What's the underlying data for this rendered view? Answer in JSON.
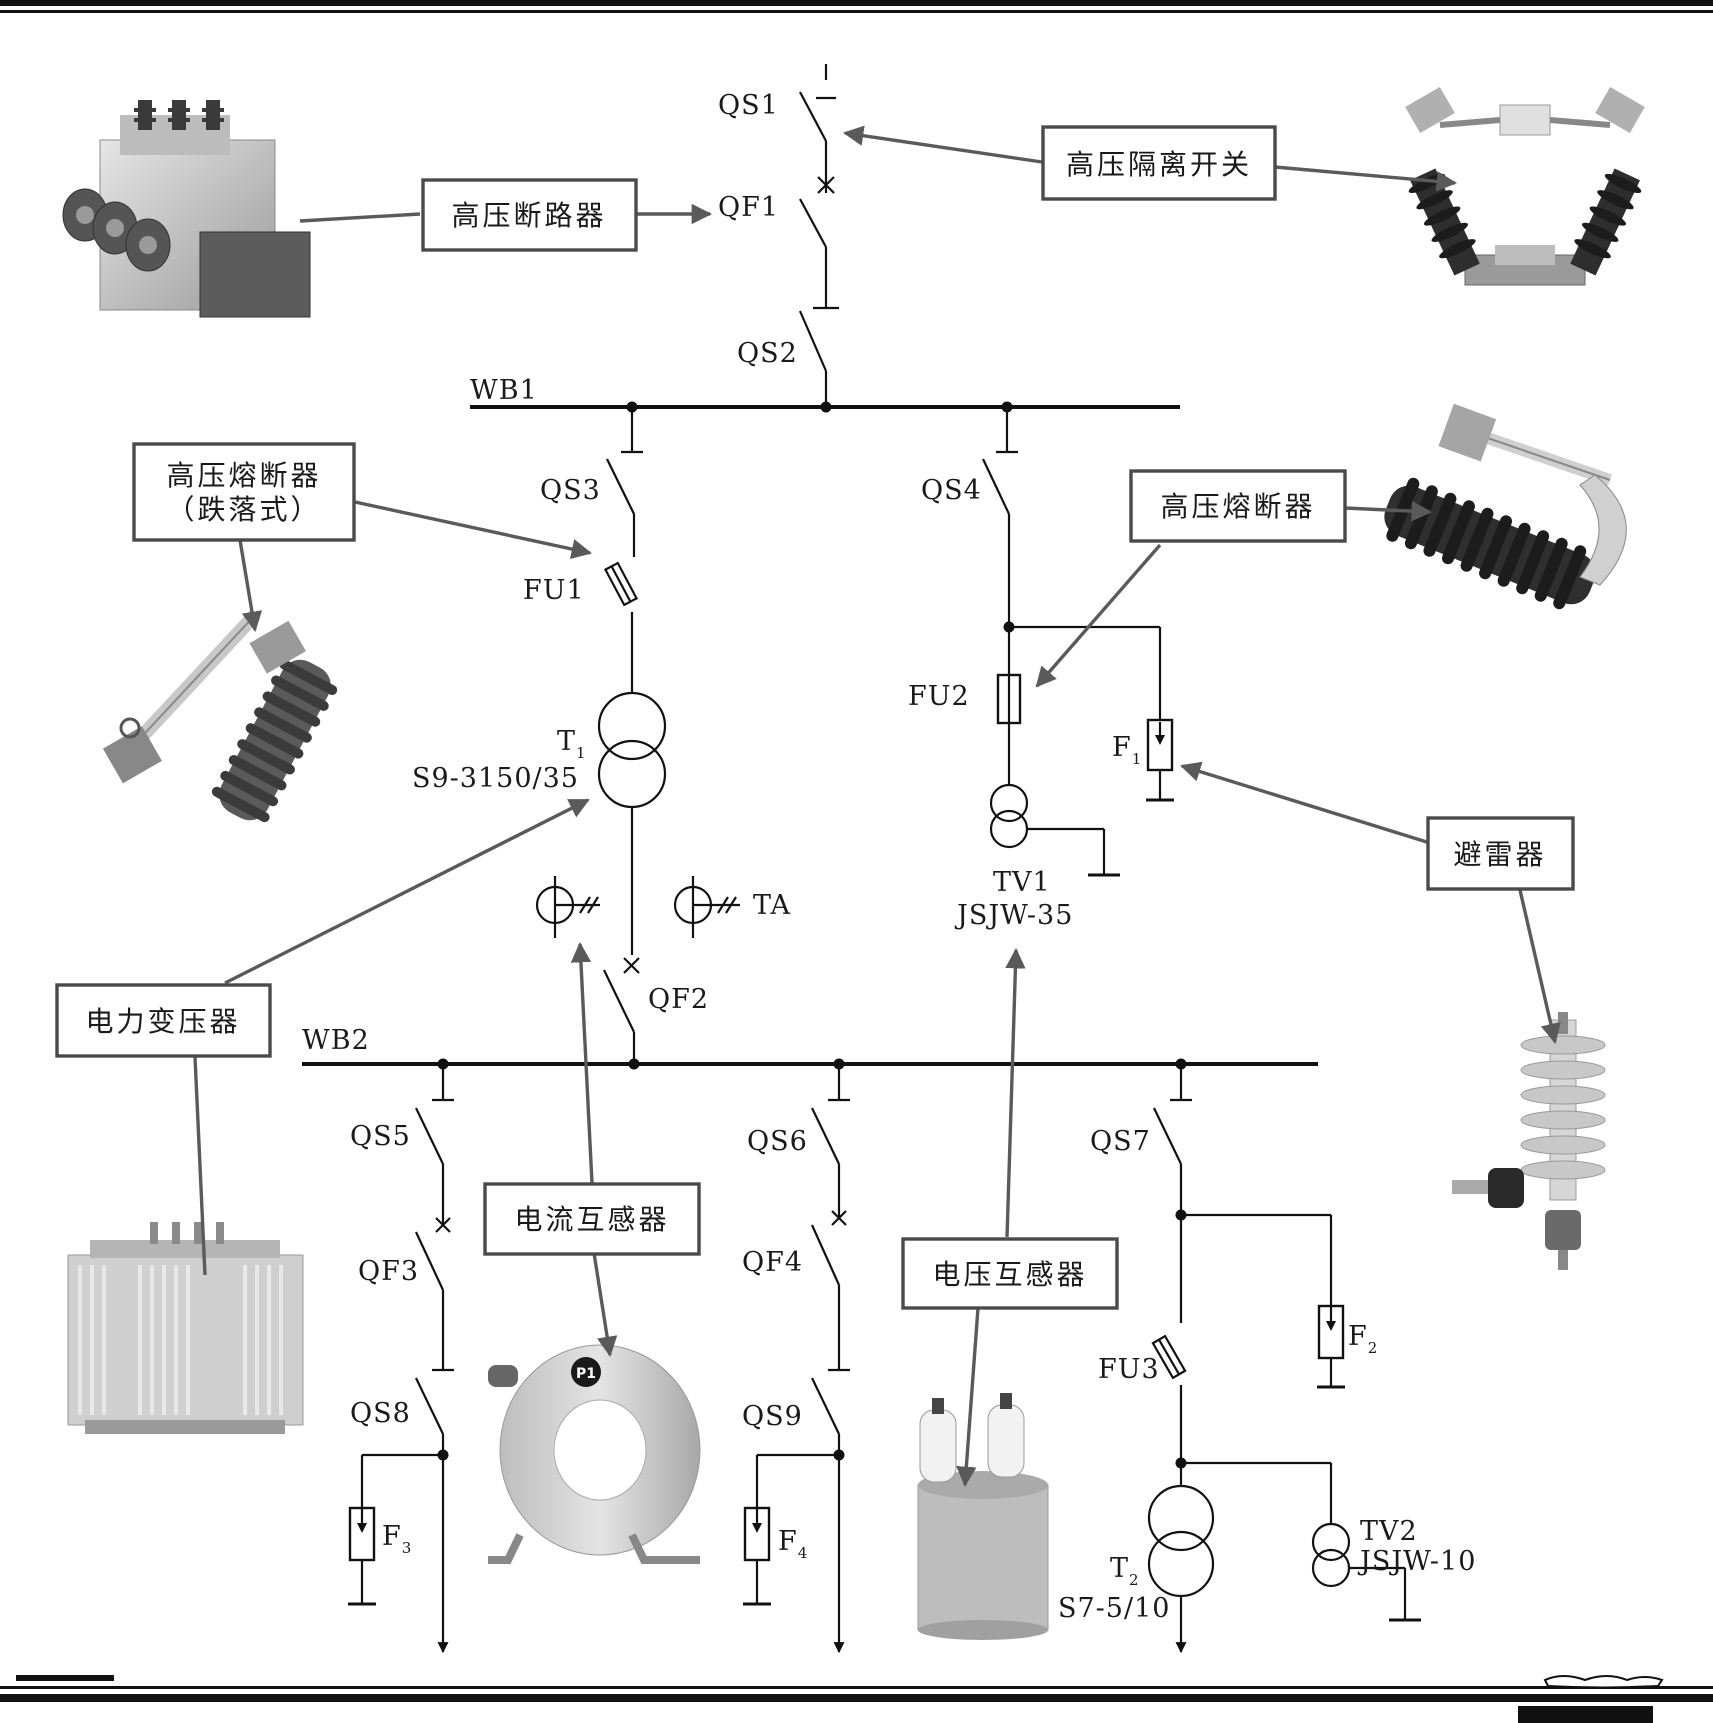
{
  "labels": {
    "qs1": "QS1",
    "qf1": "QF1",
    "qs2": "QS2",
    "wb1": "WB1",
    "qs3": "QS3",
    "fu1": "FU1",
    "qs4": "QS4",
    "fu2": "FU2",
    "f1": "F",
    "f1_sub": "1",
    "t1": "T",
    "t1_sub": "1",
    "t1_model": "S9-3150/35",
    "tv1": "TV1",
    "tv1_model": "JSJW-35",
    "ta": "TA",
    "qf2": "QF2",
    "wb2": "WB2",
    "qs5": "QS5",
    "qf3": "QF3",
    "qs8": "QS8",
    "f3": "F",
    "f3_sub": "3",
    "qs6": "QS6",
    "qf4": "QF4",
    "qs9": "QS9",
    "f4": "F",
    "f4_sub": "4",
    "qs7": "QS7",
    "fu3": "FU3",
    "f2": "F",
    "f2_sub": "2",
    "t2": "T",
    "t2_sub": "2",
    "t2_model": "S7-5/10",
    "tv2": "TV2",
    "tv2_model": "JSJW-10"
  },
  "callouts": {
    "breaker": "高压断路器",
    "isolator": "高压隔离开关",
    "drop_fuse_line1": "高压熔断器",
    "drop_fuse_line2": "（跌落式）",
    "fuse": "高压熔断器",
    "arrester": "避雷器",
    "power_transformer": "电力变压器",
    "current_transformer": "电流互感器",
    "voltage_transformer": "电压互感器"
  },
  "photo_badges": {
    "ct_badge": "P1"
  },
  "colors": {
    "wire": "#111111",
    "callout_border": "#4a4a4a",
    "arrow": "#5a5a5a",
    "photo_light": "#d8d8d8",
    "photo_dark": "#2a2a2a"
  }
}
